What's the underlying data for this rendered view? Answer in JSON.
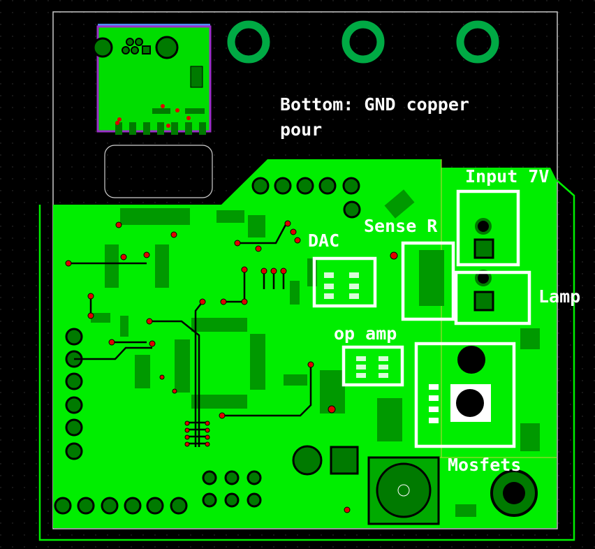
{
  "labels": {
    "bottom_note_line1": "Bottom: GND copper",
    "bottom_note_line2": "pour",
    "input": "Input 7V",
    "sense": "Sense R",
    "dac": "DAC",
    "lamp": "Lamp",
    "opamp": "op amp",
    "mosfets": "Mosfets"
  },
  "colors": {
    "background": "#000000",
    "copper_pour": "#00ee00",
    "pad_dark": "#007a00",
    "via": "#e00000",
    "silk": "#ffffff",
    "outline": "#bbbbbb",
    "module": "#9b2fc8"
  }
}
